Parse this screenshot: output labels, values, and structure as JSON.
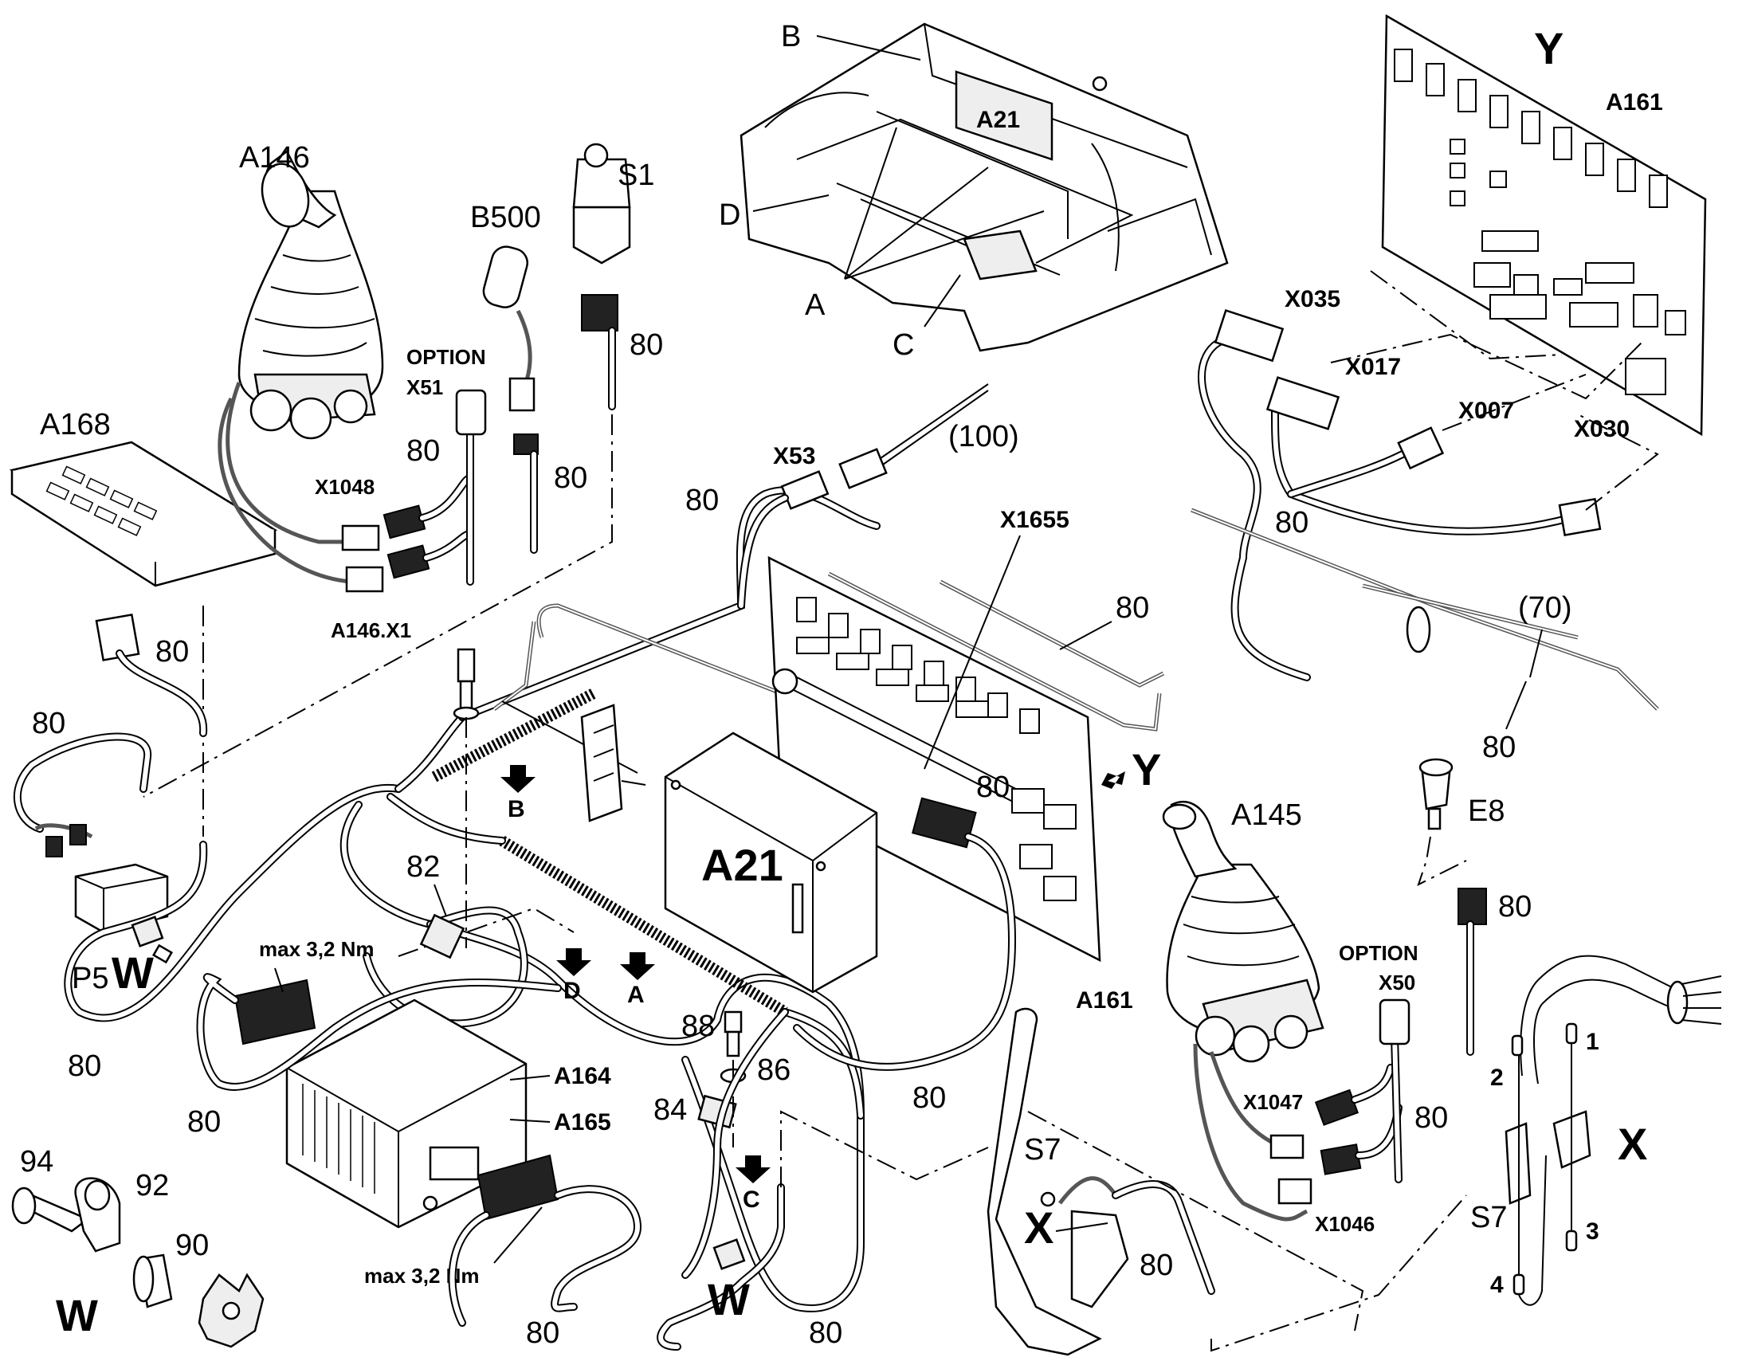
{
  "labels": {
    "A146": "A146",
    "B500": "B500",
    "S1": "S1",
    "option_x51": "OPTION",
    "X51": "X51",
    "A168": "A168",
    "X1048": "X1048",
    "A146_X1": "A146.X1",
    "P5": "P5",
    "W_top": "W",
    "W_bottom_small": "W",
    "W_large": "W",
    "B_top": "B",
    "D_top": "D",
    "A_top": "A",
    "C_top": "C",
    "A21_top": "A21",
    "Y_top": "Y",
    "A161_top": "A161",
    "X035": "X035",
    "X017": "X017",
    "X007": "X007",
    "X030": "X030",
    "X53": "X53",
    "p100": "(100)",
    "X1655": "X1655",
    "p70": "(70)",
    "arrow_B": "B",
    "arrow_D": "D",
    "arrow_A": "A",
    "arrow_C": "C",
    "Y_arrow": "Y",
    "A21_main": "A21",
    "A161_main": "A161",
    "A145": "A145",
    "E8": "E8",
    "option_x50": "OPTION",
    "X50": "X50",
    "X1047": "X1047",
    "X1046": "X1046",
    "S7_mid": "S7",
    "X_mid": "X",
    "S7_right": "S7",
    "X_right": "X",
    "pin1": "1",
    "pin2": "2",
    "pin3": "3",
    "pin4": "4",
    "torque1": "max 3,2 Nm",
    "torque2": "max 3,2 Nm",
    "A164": "A164",
    "A165": "A165",
    "n82": "82",
    "n88": "88",
    "n86": "86",
    "n84": "84",
    "n94": "94",
    "n92": "92",
    "n90": "90",
    "n80": "80"
  }
}
